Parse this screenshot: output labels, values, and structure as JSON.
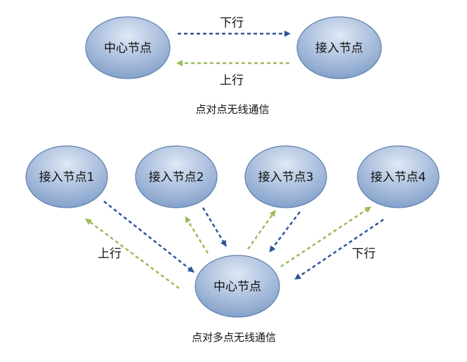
{
  "colors": {
    "node_fill_top": "#dfe8f5",
    "node_fill_bottom": "#7e9cc8",
    "node_stroke": "#5e7fae",
    "downlink": "#2f5597",
    "uplink": "#9bbb59"
  },
  "top": {
    "center_node": "中心节点",
    "access_node": "接入节点",
    "down_label": "下行",
    "up_label": "上行",
    "caption": "点对点无线通信"
  },
  "bottom": {
    "access_nodes": [
      "接入节点1",
      "接入节点2",
      "接入节点3",
      "接入节点4"
    ],
    "center_node": "中心节点",
    "up_label": "上行",
    "down_label": "下行",
    "caption": "点对多点无线通信"
  }
}
